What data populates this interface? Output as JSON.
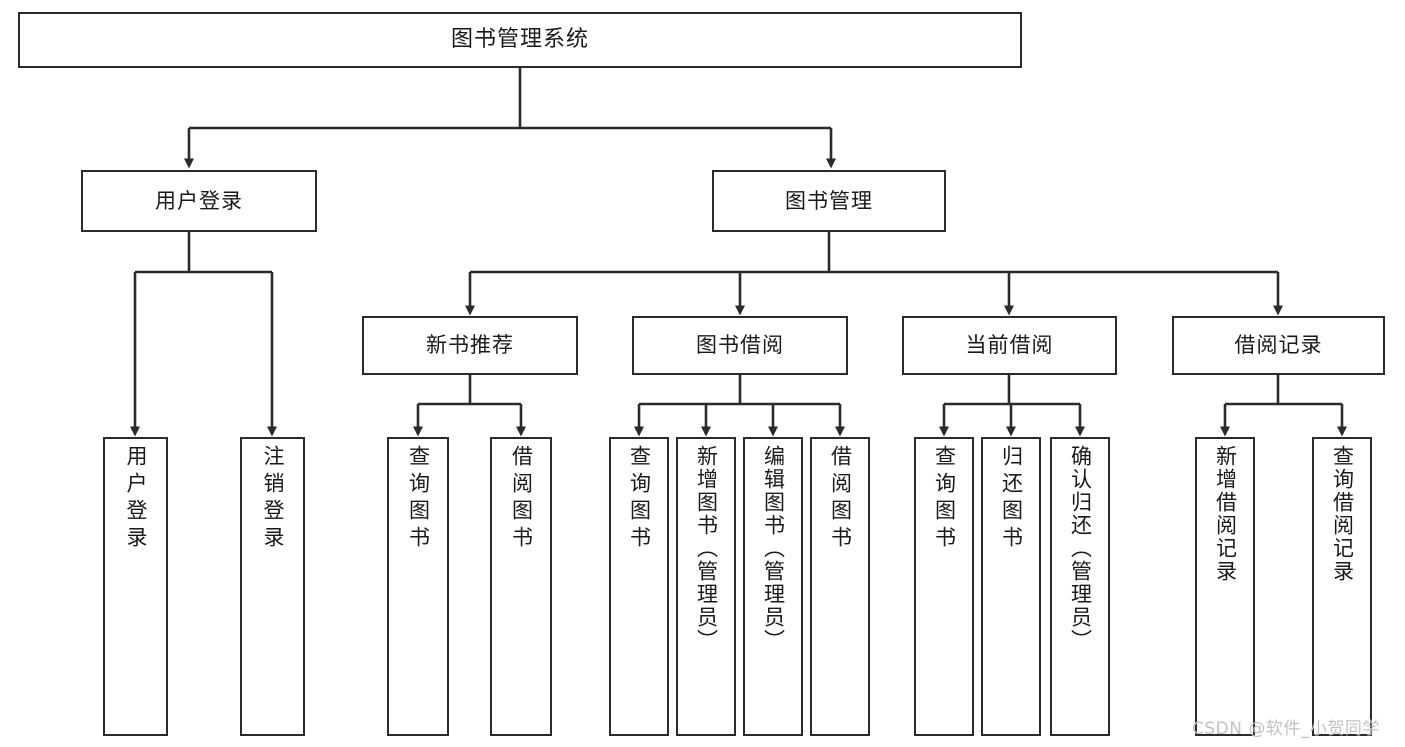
{
  "diagram": {
    "title": "图书管理系统",
    "type": "tree-hierarchy",
    "root": {
      "id": "root",
      "label": "图书管理系统"
    },
    "level1": [
      {
        "id": "user-login",
        "label": "用户登录"
      },
      {
        "id": "book-manage",
        "label": "图书管理"
      }
    ],
    "level2": [
      {
        "id": "new-book-recommend",
        "label": "新书推荐",
        "parent": "book-manage"
      },
      {
        "id": "book-borrow",
        "label": "图书借阅",
        "parent": "book-manage"
      },
      {
        "id": "current-borrow",
        "label": "当前借阅",
        "parent": "book-manage"
      },
      {
        "id": "borrow-record",
        "label": "借阅记录",
        "parent": "book-manage"
      }
    ],
    "leaves": [
      {
        "id": "leaf-user-login",
        "label": "用户登录",
        "parent": "user-login"
      },
      {
        "id": "leaf-logout-login",
        "label": "注销登录",
        "parent": "user-login"
      },
      {
        "id": "leaf-query-book-1",
        "label": "查询图书",
        "parent": "new-book-recommend"
      },
      {
        "id": "leaf-borrow-book-1",
        "label": "借阅图书",
        "parent": "new-book-recommend"
      },
      {
        "id": "leaf-query-book-2",
        "label": "查询图书",
        "parent": "book-borrow"
      },
      {
        "id": "leaf-add-book",
        "label": "新增图书（管理员）",
        "parent": "book-borrow"
      },
      {
        "id": "leaf-edit-book",
        "label": "编辑图书（管理员）",
        "parent": "book-borrow"
      },
      {
        "id": "leaf-borrow-book-2",
        "label": "借阅图书",
        "parent": "book-borrow"
      },
      {
        "id": "leaf-query-book-3",
        "label": "查询图书",
        "parent": "current-borrow"
      },
      {
        "id": "leaf-return-book",
        "label": "归还图书",
        "parent": "current-borrow"
      },
      {
        "id": "leaf-confirm-return",
        "label": "确认归还（管理员）",
        "parent": "current-borrow"
      },
      {
        "id": "leaf-add-record",
        "label": "新增借阅记录",
        "parent": "borrow-record"
      },
      {
        "id": "leaf-query-record",
        "label": "查询借阅记录",
        "parent": "borrow-record"
      }
    ],
    "watermark": "CSDN @软件_小贺同学",
    "colors": {
      "border": "#2b2b2b",
      "background": "#ffffff",
      "text": "#1a1a1a",
      "connector": "#2b2b2b",
      "watermark": "#c2c2c2"
    }
  }
}
